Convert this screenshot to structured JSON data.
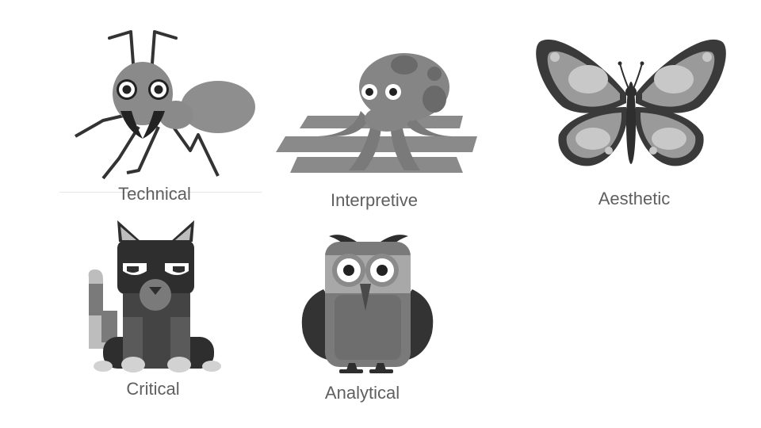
{
  "cards": [
    {
      "icon": "ant-icon",
      "label": "Technical"
    },
    {
      "icon": "octopus-icon",
      "label": "Interpretive"
    },
    {
      "icon": "butterfly-icon",
      "label": "Aesthetic"
    },
    {
      "icon": "cat-icon",
      "label": "Critical"
    },
    {
      "icon": "owl-icon",
      "label": "Analytical"
    }
  ]
}
